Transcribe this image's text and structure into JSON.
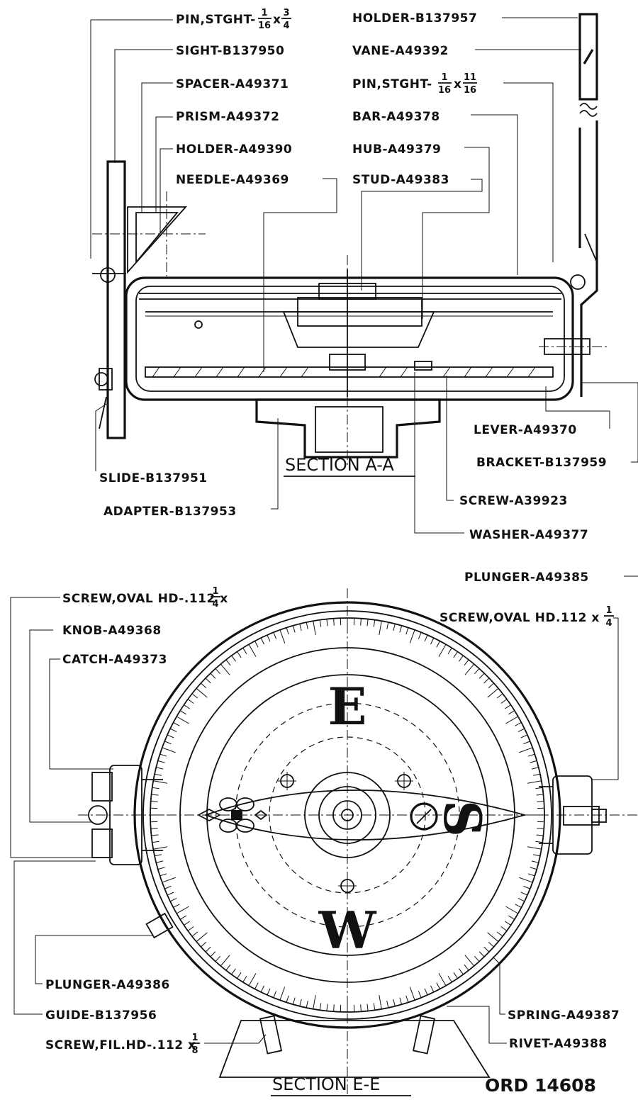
{
  "drawing_number": "ORD 14608",
  "sections": {
    "a": "SECTION A-A",
    "e": "SECTION E-E"
  },
  "compass_letters": {
    "top": "E",
    "bottom": "W",
    "right": "S"
  },
  "section_a_labels": [
    {
      "id": "pin-stght-left",
      "text": "PIN,STGHT-",
      "frac": "1/16 x 3/4"
    },
    {
      "id": "sight",
      "text": "SIGHT-B137950"
    },
    {
      "id": "spacer",
      "text": "SPACER-A49371"
    },
    {
      "id": "prism",
      "text": "PRISM-A49372"
    },
    {
      "id": "holder-left",
      "text": "HOLDER-A49390"
    },
    {
      "id": "needle",
      "text": "NEEDLE-A49369"
    },
    {
      "id": "holder-right",
      "text": "HOLDER-B137957"
    },
    {
      "id": "vane",
      "text": "VANE-A49392"
    },
    {
      "id": "pin-stght-right",
      "text": "PIN,STGHT-",
      "frac": "1/16 x 11/16"
    },
    {
      "id": "bar",
      "text": "BAR-A49378"
    },
    {
      "id": "hub",
      "text": "HUB-A49379"
    },
    {
      "id": "stud",
      "text": "STUD-A49383"
    },
    {
      "id": "lever",
      "text": "LEVER-A49370"
    },
    {
      "id": "bracket",
      "text": "BRACKET-B137959"
    },
    {
      "id": "slide",
      "text": "SLIDE-B137951"
    },
    {
      "id": "screw-a",
      "text": "SCREW-A39923"
    },
    {
      "id": "adapter",
      "text": "ADAPTER-B137953"
    },
    {
      "id": "washer",
      "text": "WASHER-A49377"
    }
  ],
  "section_e_labels": [
    {
      "id": "plunger-top",
      "text": "PLUNGER-A49385"
    },
    {
      "id": "screw-oval-left",
      "text": "SCREW,OVAL HD-.112 x",
      "frac": "1/4"
    },
    {
      "id": "screw-oval-right",
      "text": "SCREW,OVAL HD.112 x",
      "frac": "1/4"
    },
    {
      "id": "knob",
      "text": "KNOB-A49368"
    },
    {
      "id": "catch",
      "text": "CATCH-A49373"
    },
    {
      "id": "plunger-bottom",
      "text": "PLUNGER-A49386"
    },
    {
      "id": "guide",
      "text": "GUIDE-B137956"
    },
    {
      "id": "spring",
      "text": "SPRING-A49387"
    },
    {
      "id": "screw-fil",
      "text": "SCREW,FIL.HD-.112 x",
      "frac": "1/8"
    },
    {
      "id": "rivet",
      "text": "RIVET-A49388"
    }
  ],
  "fractions": {
    "f1_16": {
      "n": "1",
      "d": "16"
    },
    "f3_4": {
      "n": "3",
      "d": "4"
    },
    "f11_16": {
      "n": "11",
      "d": "16"
    },
    "f1_4": {
      "n": "1",
      "d": "4"
    },
    "f1_8": {
      "n": "1",
      "d": "8"
    }
  }
}
